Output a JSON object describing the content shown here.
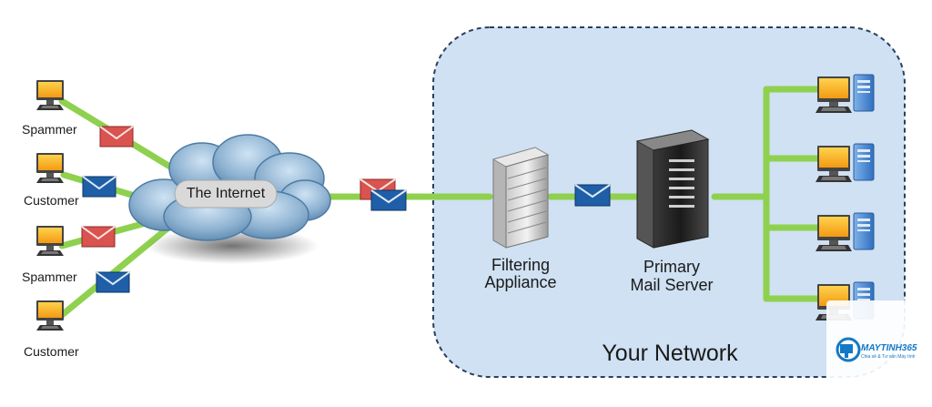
{
  "network": {
    "title": "Your Network",
    "filter_label_line1": "Filtering",
    "filter_label_line2": "Appliance",
    "server_label_line1": "Primary",
    "server_label_line2": "Mail Server"
  },
  "internet": {
    "label": "The Internet"
  },
  "senders": [
    {
      "label": "Spammer",
      "mail": "spam"
    },
    {
      "label": "Customer",
      "mail": "legit"
    },
    {
      "label": "Spammer",
      "mail": "spam"
    },
    {
      "label": "Customer",
      "mail": "legit"
    }
  ],
  "clients_count_note": "",
  "watermark": {
    "brand": "MAYTINH365",
    "tagline": "Chia sẻ & Tư vấn Máy tính"
  },
  "colors": {
    "link": "#8fd14f",
    "network_bg": "#cfe1f2",
    "network_border": "#2b3f5e",
    "spam_envelope": "#d9534f",
    "legit_envelope": "#1f5fa8",
    "cloud": "#8fb6d6"
  }
}
